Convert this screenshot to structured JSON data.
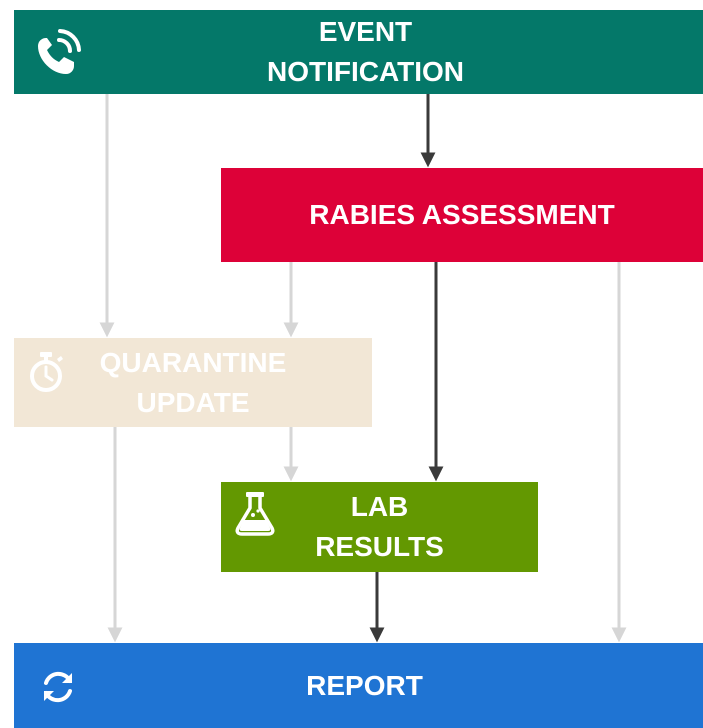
{
  "nodes": {
    "event_notification": {
      "line1": "EVENT",
      "line2": "NOTIFICATION",
      "icon": "phone-icon",
      "color": "#047869"
    },
    "rabies_assessment": {
      "label": "RABIES ASSESSMENT",
      "color": "#dd0138"
    },
    "quarantine_update": {
      "line1": "QUARANTINE",
      "line2": "UPDATE",
      "icon": "stopwatch-icon",
      "color": "#f2e7d6"
    },
    "lab_results": {
      "line1": "LAB",
      "line2": "RESULTS",
      "icon": "flask-icon",
      "color": "#639801"
    },
    "report": {
      "label": "REPORT",
      "icon": "refresh-icon",
      "color": "#1f74d3"
    }
  },
  "edges": [
    {
      "from": "event_notification",
      "to": "rabies_assessment",
      "style": "active",
      "color": "#3a3a3a"
    },
    {
      "from": "event_notification",
      "to": "quarantine_update",
      "style": "inactive",
      "color": "#d6d6d6"
    },
    {
      "from": "rabies_assessment",
      "to": "quarantine_update",
      "style": "inactive",
      "color": "#d6d6d6"
    },
    {
      "from": "rabies_assessment",
      "to": "lab_results",
      "style": "active",
      "color": "#3a3a3a"
    },
    {
      "from": "rabies_assessment",
      "to": "report",
      "style": "inactive",
      "color": "#d6d6d6"
    },
    {
      "from": "quarantine_update",
      "to": "lab_results",
      "style": "inactive",
      "color": "#d6d6d6"
    },
    {
      "from": "quarantine_update",
      "to": "report",
      "style": "inactive",
      "color": "#d6d6d6"
    },
    {
      "from": "lab_results",
      "to": "report",
      "style": "active",
      "color": "#3a3a3a"
    }
  ]
}
